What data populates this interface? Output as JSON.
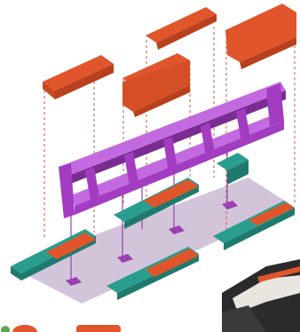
{
  "figure": {
    "kind": "exploded isometric assembly",
    "has_text": false,
    "colors": {
      "cap": "#e0552b",
      "cap_side": "#b8401c",
      "frame": "#a23cc0",
      "frame_side": "#7a2c92",
      "frame_top": "#c46ae0",
      "base_top": "#2a9e8e",
      "base_side": "#1f7a6e",
      "floor": "#cdbfd6",
      "pin": "#9b3fb3",
      "leader": "#d2553a",
      "connector": "#9b3fb3"
    },
    "parts": [
      {
        "id": "cap-left",
        "label": ""
      },
      {
        "id": "cap-middle",
        "label": ""
      },
      {
        "id": "cap-top-center",
        "label": ""
      },
      {
        "id": "cap-top-right",
        "label": ""
      },
      {
        "id": "ladder-frame",
        "label": ""
      },
      {
        "id": "base-bar-front-left",
        "label": ""
      },
      {
        "id": "base-bar-middle",
        "label": ""
      },
      {
        "id": "base-bar-right-top",
        "label": ""
      },
      {
        "id": "base-bar-right-low",
        "label": ""
      },
      {
        "id": "base-bar-front-center",
        "label": ""
      },
      {
        "id": "floor-plate",
        "label": ""
      }
    ]
  }
}
